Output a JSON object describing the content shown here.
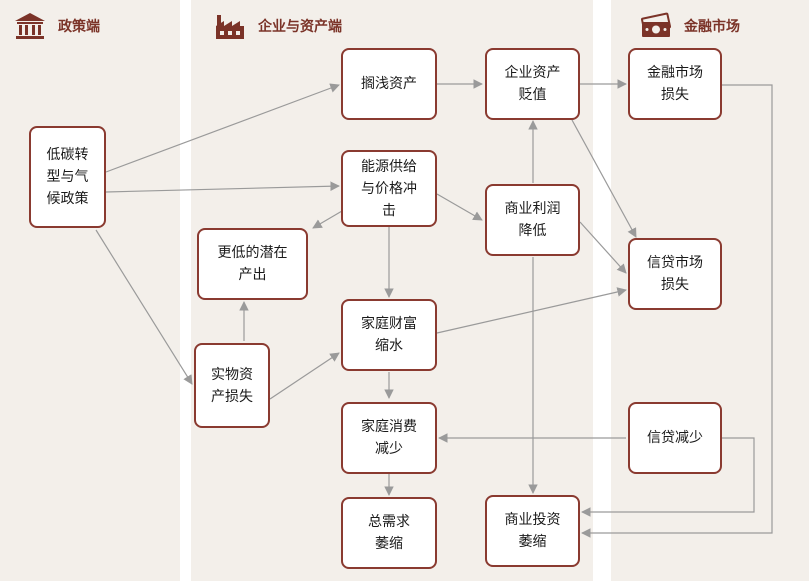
{
  "columns": {
    "policy": {
      "title": "政策端",
      "icon": "bank-building-icon"
    },
    "enterprise": {
      "title": "企业与资产端",
      "icon": "factory-icon"
    },
    "finance": {
      "title": "金融市场",
      "icon": "banknote-icon"
    }
  },
  "nodes": {
    "low_carbon": "低碳转\n型与气\n候政策",
    "stranded": "搁浅资产",
    "energy": "能源供给\n与价格冲\n击",
    "lower_output": "更低的潜在\n产出",
    "physical_loss": "实物资\n产损失",
    "household_wealth": "家庭财富\n缩水",
    "household_consumption": "家庭消费\n减少",
    "aggregate_demand": "总需求\n萎缩",
    "asset_devalue": "企业资产\n贬值",
    "profit_down": "商业利润\n降低",
    "investment": "商业投资\n萎缩",
    "fin_market_loss": "金融市场\n损失",
    "credit_market_loss": "信贷市场\n损失",
    "credit_reduce": "信贷减少"
  },
  "colors": {
    "box_border": "#8a3a30",
    "arrow": "#9a9a9a",
    "header": "#7b3328",
    "panel": "#f3efea"
  }
}
